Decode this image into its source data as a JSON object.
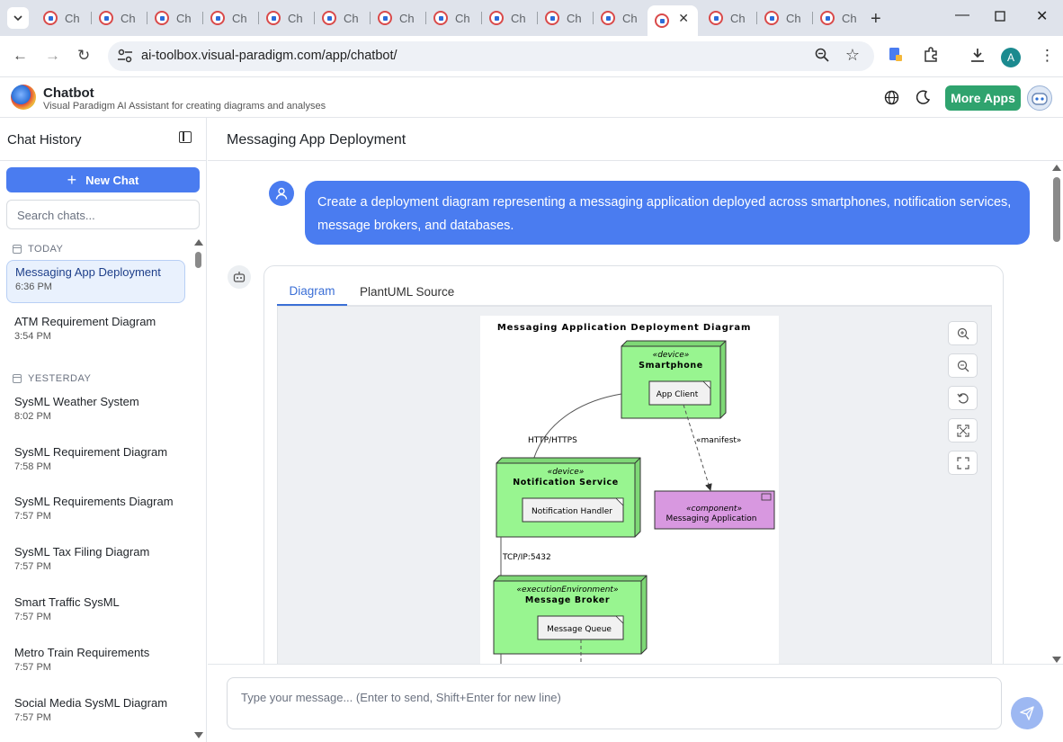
{
  "browser": {
    "tab_label": "Ch",
    "url": "ai-toolbox.visual-paradigm.com/app/chatbot/",
    "profile_initial": "A"
  },
  "app": {
    "title": "Chatbot",
    "subtitle": "Visual Paradigm AI Assistant for creating diagrams and analyses",
    "more_apps": "More Apps"
  },
  "sidebar": {
    "title": "Chat History",
    "new_chat": "New Chat",
    "search_placeholder": "Search chats...",
    "today_label": "TODAY",
    "yesterday_label": "YESTERDAY",
    "today": [
      {
        "name": "Messaging App Deployment",
        "time": "6:36 PM"
      },
      {
        "name": "ATM Requirement Diagram",
        "time": "3:54 PM"
      }
    ],
    "yesterday": [
      {
        "name": "SysML Weather System",
        "time": "8:02 PM"
      },
      {
        "name": "SysML Requirement Diagram",
        "time": "7:58 PM"
      },
      {
        "name": "SysML Requirements Diagram",
        "time": "7:57 PM"
      },
      {
        "name": "SysML Tax Filing Diagram",
        "time": "7:57 PM"
      },
      {
        "name": "Smart Traffic SysML",
        "time": "7:57 PM"
      },
      {
        "name": "Metro Train Requirements",
        "time": "7:57 PM"
      },
      {
        "name": "Social Media SysML Diagram",
        "time": "7:57 PM"
      }
    ]
  },
  "main": {
    "title": "Messaging App Deployment",
    "user_message": "Create a deployment diagram representing a messaging application deployed across smartphones, notification services, message brokers, and databases.",
    "tab_diagram": "Diagram",
    "tab_source": "PlantUML Source",
    "composer_placeholder": "Type your message... (Enter to send, Shift+Enter for new line)"
  },
  "diagram": {
    "title": "Messaging Application Deployment Diagram",
    "smartphone_stereo": "«device»",
    "smartphone_name": "Smartphone",
    "app_client": "App Client",
    "link_http": "HTTP/HTTPS",
    "link_manifest": "«manifest»",
    "notif_stereo": "«device»",
    "notif_name": "Notification Service",
    "notif_handler": "Notification Handler",
    "component_stereo": "«component»",
    "component_name": "Messaging Application",
    "link_tcp": "TCP/IP:5432",
    "broker_stereo": "«executionEnvironment»",
    "broker_name": "Message Broker",
    "queue": "Message Queue"
  },
  "colors": {
    "primary": "#4a7cf0",
    "node_green": "#98f590",
    "component_purple": "#d898e0",
    "more_apps_green": "#2fa36e"
  }
}
